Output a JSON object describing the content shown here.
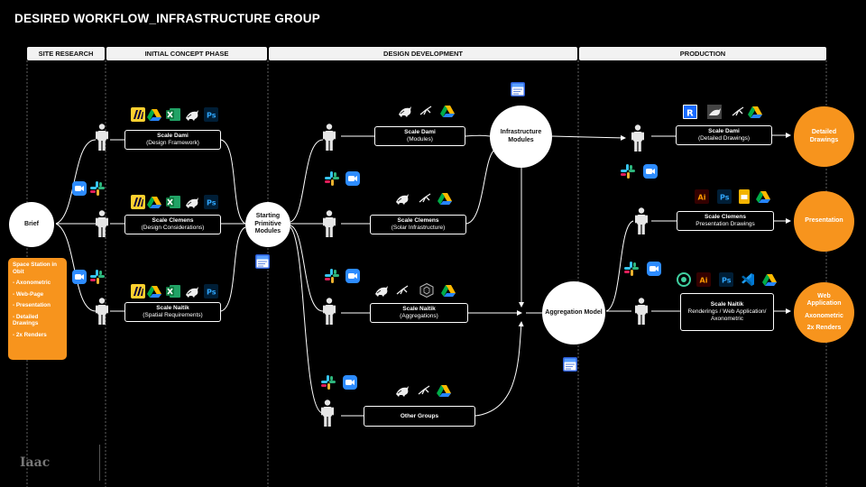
{
  "title": "DESIRED WORKFLOW_INFRASTRUCTURE GROUP",
  "phases": [
    "SITE RESEARCH",
    "INITIAL CONCEPT PHASE",
    "DESIGN DEVELOPMENT",
    "PRODUCTION"
  ],
  "brief": {
    "label": "Brief",
    "items": [
      "Space Station in Obit",
      "- Axonometric",
      "- Web-Page",
      "- Presentation",
      "- Detailed Drawings",
      "- 2x Renders"
    ]
  },
  "concept_nodes": [
    {
      "name": "Scale Dami",
      "sub": "(Design Framework)"
    },
    {
      "name": "Scale Clemens",
      "sub": "(Design Considerations)"
    },
    {
      "name": "Scale Naitik",
      "sub": "(Spatial Requirements)"
    }
  ],
  "starting": "Starting Primitive Modules",
  "dev_nodes": [
    {
      "name": "Scale Dami",
      "sub": "(Modules)"
    },
    {
      "name": "Scale Clemens",
      "sub": "(Solar Infrastructure)"
    },
    {
      "name": "Scale Naitik",
      "sub": "(Aggregations)"
    },
    {
      "name": "Other Groups",
      "sub": ""
    }
  ],
  "infra": "Infrastructure Modules",
  "aggregation": "Aggregation Model",
  "prod_nodes": [
    {
      "name": "Scale Dami",
      "sub": "(Detailed Drawings)"
    },
    {
      "name": "Scale Clemens",
      "sub": "Presentation Drawings"
    },
    {
      "name": "Scale Naitik",
      "sub": "Renderings / Web Application/ Axonometric"
    }
  ],
  "outputs": {
    "detailed": "Detailed Drawings",
    "presentation": "Presentation",
    "web": [
      "Web Application",
      "Axonometric",
      "2x Renders"
    ]
  },
  "logo": "Iaac",
  "colors": {
    "accent": "#f7941d",
    "background": "#000000"
  }
}
